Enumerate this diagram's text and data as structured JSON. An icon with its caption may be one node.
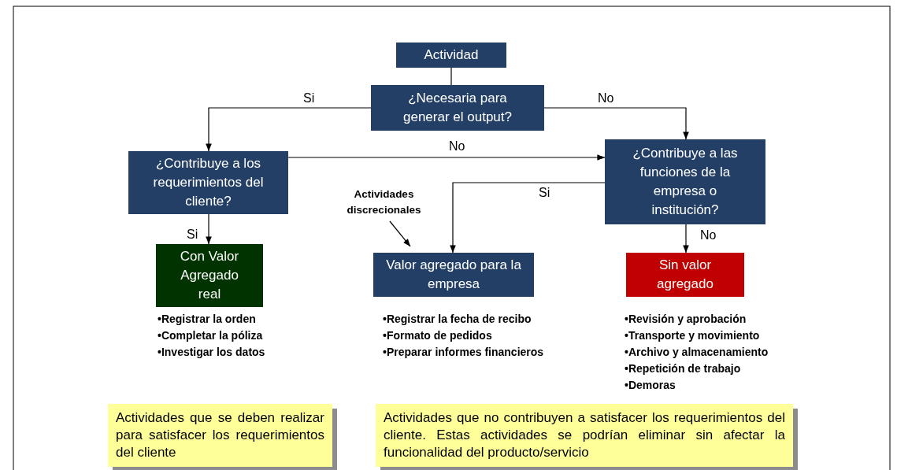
{
  "diagram": {
    "nodes": [
      {
        "text": [
          "Actividad"
        ]
      },
      {
        "text": [
          "¿Necesaria para generar el output?"
        ]
      },
      {
        "text": [
          "¿Contribuye a los requerimientos del cliente?"
        ]
      },
      {
        "text": [
          "¿Contribuye a las funciones de la empresa o institución?"
        ]
      },
      {
        "text": [
          "Con Valor Agregado real"
        ],
        "beside": [
          "•Registrar la orden",
          "•Completar la póliza",
          "•Investigar los datos"
        ]
      },
      {
        "text": [
          "Valor agregado para la empresa"
        ],
        "beside": [
          "•Registrar la fecha de recibo",
          "•Formato de pedidos",
          "•Preparar informes financieros"
        ]
      },
      {
        "text": [
          "Sin valor agregado"
        ],
        "beside": [
          "•Revisión y aprobación",
          "•Transporte y movimiento",
          "•Archivo y almacenamiento",
          "•Repetición de trabajo",
          "•Demoras"
        ]
      },
      {
        "text": [
          "Actividades discrecionales"
        ]
      },
      {
        "text": [
          "Actividades que se deben realizar para satisfacer los requerimientos del cliente"
        ]
      },
      {
        "text": [
          "Actividades que no contribuyen a satisfacer los requerimientos del cliente. Estas actividades se podrían eliminar sin afectar la funcionalidad del producto/servicio"
        ]
      }
    ],
    "edges": [
      {
        "from": 0,
        "to": 1,
        "arrow": "none"
      },
      {
        "from": 1,
        "to": 2,
        "arrow": "to",
        "label": "Si"
      },
      {
        "from": 1,
        "to": 3,
        "arrow": "to",
        "label": "No"
      },
      {
        "from": 2,
        "to": 3,
        "arrow": "to",
        "label": "No"
      },
      {
        "from": 3,
        "to": 5,
        "arrow": "to",
        "label": "Si"
      },
      {
        "from": 2,
        "to": 4,
        "arrow": "to",
        "label": "Si"
      },
      {
        "from": 3,
        "to": 6,
        "arrow": "to",
        "label": "No"
      },
      {
        "from": 7,
        "to": 5,
        "arrow": "to"
      }
    ]
  }
}
